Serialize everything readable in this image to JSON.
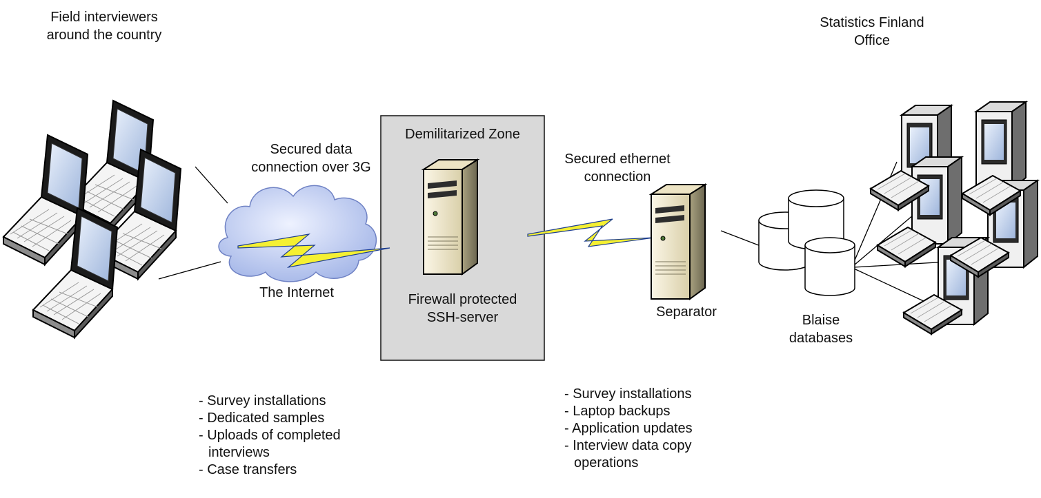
{
  "labels": {
    "field_interviewers": [
      "Field interviewers",
      "around the country"
    ],
    "statistics_office": [
      "Statistics Finland",
      "Office"
    ],
    "secured_3g": [
      "Secured data",
      "connection over 3G"
    ],
    "dmz_title": "Demilitarized Zone",
    "secured_ethernet": [
      "Secured ethernet",
      "connection"
    ],
    "internet": "The Internet",
    "ssh_server": [
      "Firewall protected",
      "SSH-server"
    ],
    "separator": "Separator",
    "blaise": [
      "Blaise",
      "databases"
    ]
  },
  "lists": {
    "internet_transfers": [
      {
        "text": "- Survey installations"
      },
      {
        "text": "- Dedicated samples"
      },
      {
        "text": "- Uploads of completed"
      },
      {
        "text": "interviews",
        "continuation": true
      },
      {
        "text": "- Case transfers"
      }
    ],
    "ethernet_operations": [
      {
        "text": "- Survey installations"
      },
      {
        "text": "- Laptop backups"
      },
      {
        "text": "- Application updates"
      },
      {
        "text": "- Interview data copy"
      },
      {
        "text": "operations",
        "continuation": true
      }
    ]
  },
  "colors": {
    "dmz_fill": "#d9d9d9",
    "cloud_fill": "#b7c6ee",
    "lightning": "#f5f032",
    "server_body": "#f1ead3",
    "screen": "#b3c7e6"
  }
}
